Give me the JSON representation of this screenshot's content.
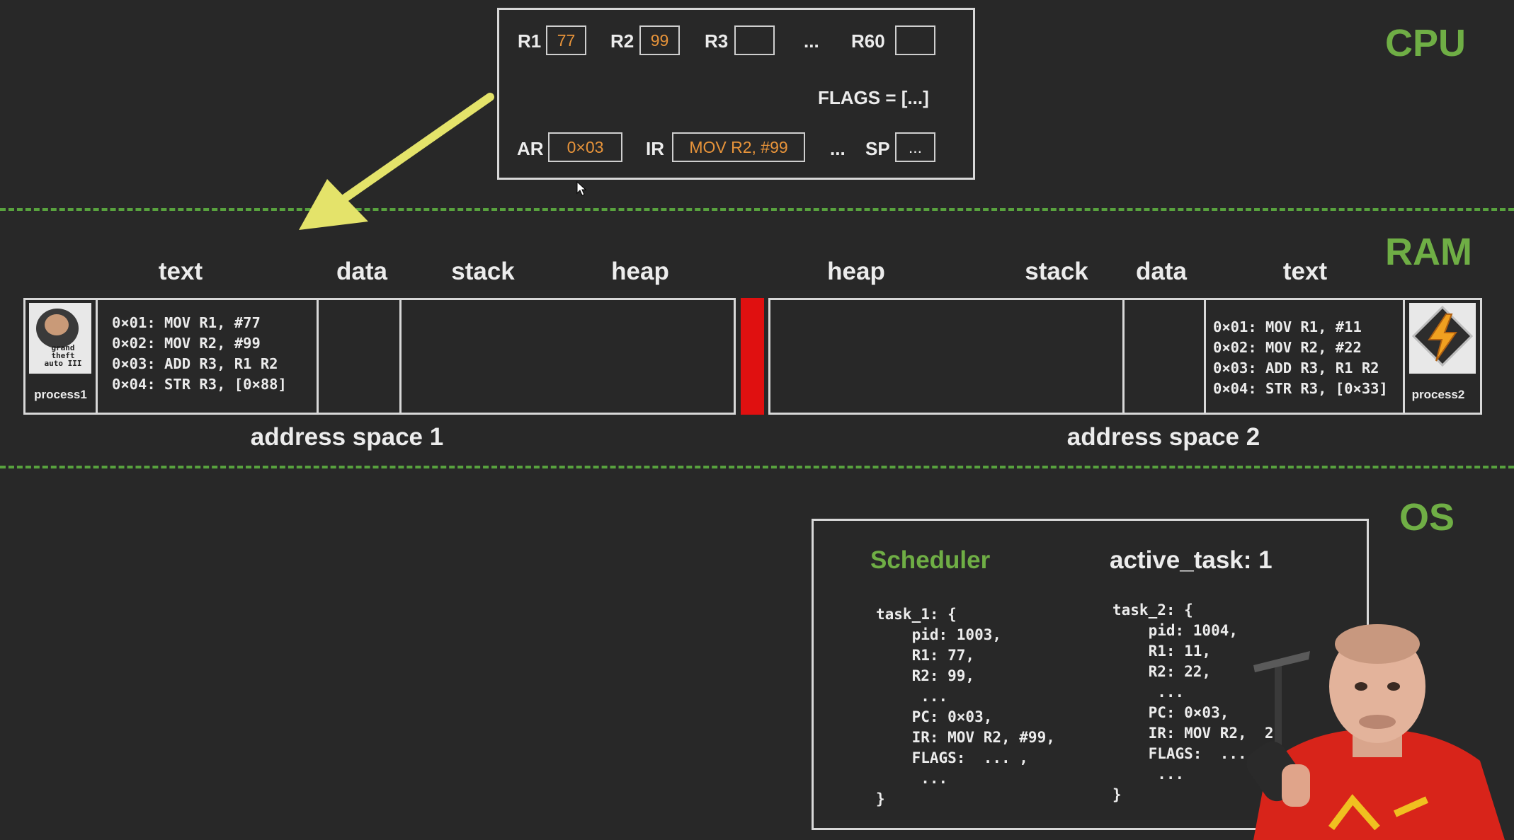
{
  "sections": {
    "cpu": "CPU",
    "ram": "RAM",
    "os": "OS"
  },
  "cpu": {
    "registers_top": [
      {
        "label": "R1",
        "value": "77"
      },
      {
        "label": "R2",
        "value": "99"
      },
      {
        "label": "R3",
        "value": ""
      },
      {
        "label": "...",
        "value": null
      },
      {
        "label": "R60",
        "value": ""
      }
    ],
    "flags": "FLAGS = [...]",
    "ar_label": "AR",
    "ar_value": "0×03",
    "ir_label": "IR",
    "ir_value": "MOV R2, #99",
    "ellipsis": "...",
    "sp_label": "SP",
    "sp_value": "..."
  },
  "ram": {
    "left_segments": [
      "text",
      "data",
      "stack",
      "heap"
    ],
    "right_segments": [
      "heap",
      "stack",
      "data",
      "text"
    ],
    "process1": {
      "name": "process1",
      "icon_text": [
        "grand",
        "theft",
        "auto III"
      ],
      "code": [
        "0×01: MOV R1, #77",
        "0×02: MOV R2, #99",
        "0×03: ADD R3, R1 R2",
        "0×04: STR R3, [0×88]"
      ]
    },
    "process2": {
      "name": "process2",
      "code": [
        "0×01: MOV R1, #11",
        "0×02: MOV R2, #22",
        "0×03: ADD R3, R1 R2",
        "0×04: STR R3, [0×33]"
      ]
    },
    "address_space_1": "address space 1",
    "address_space_2": "address space 2"
  },
  "os": {
    "scheduler": "Scheduler",
    "active_task": "active_task: 1",
    "task_1": [
      "task_1: {",
      "    pid: 1003,",
      "    R1: 77,",
      "    R2: 99,",
      "     ...",
      "    PC: 0×03,",
      "    IR: MOV R2, #99,",
      "    FLAGS:  ... ,",
      "     ...",
      "}"
    ],
    "task_2": [
      "task_2: {",
      "    pid: 1004,",
      "    R1: 11,",
      "    R2: 22,",
      "     ...",
      "    PC: 0×03,",
      "    IR: MOV R2,  2,",
      "    FLAGS:  ...",
      "     ...",
      "}"
    ]
  },
  "colors": {
    "background": "#282828",
    "section_green": "#6fae45",
    "register_orange": "#e8943a",
    "arrow_yellow": "#e4e36a",
    "divider_red": "#e01010",
    "dashed_green": "#58a23e"
  },
  "icons": [
    "yellow-arrow-icon",
    "cursor-icon",
    "gta3-icon",
    "winamp-lightning-icon"
  ]
}
